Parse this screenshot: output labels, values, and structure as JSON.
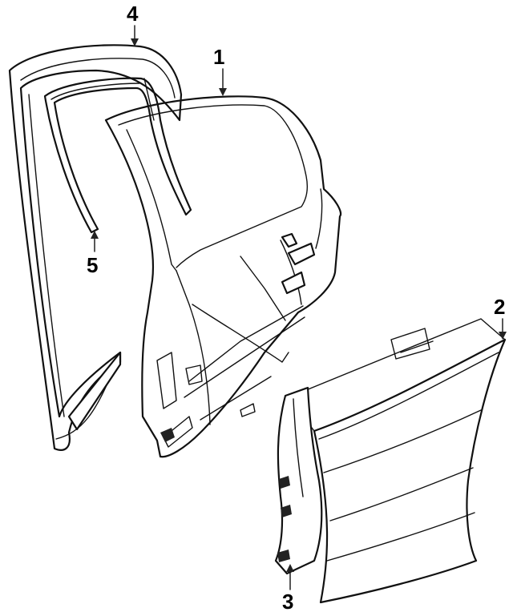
{
  "callouts": {
    "c1": "1",
    "c2": "2",
    "c3": "3",
    "c4": "4",
    "c5": "5"
  },
  "parts": [
    {
      "id": "door-shell",
      "callout": "1"
    },
    {
      "id": "outer-panel",
      "callout": "2"
    },
    {
      "id": "hinge-pillar",
      "callout": "3"
    },
    {
      "id": "weatherstrip",
      "callout": "4"
    },
    {
      "id": "glass-run-channel",
      "callout": "5"
    }
  ],
  "colors": {
    "line": "#111111",
    "background": "#ffffff"
  }
}
